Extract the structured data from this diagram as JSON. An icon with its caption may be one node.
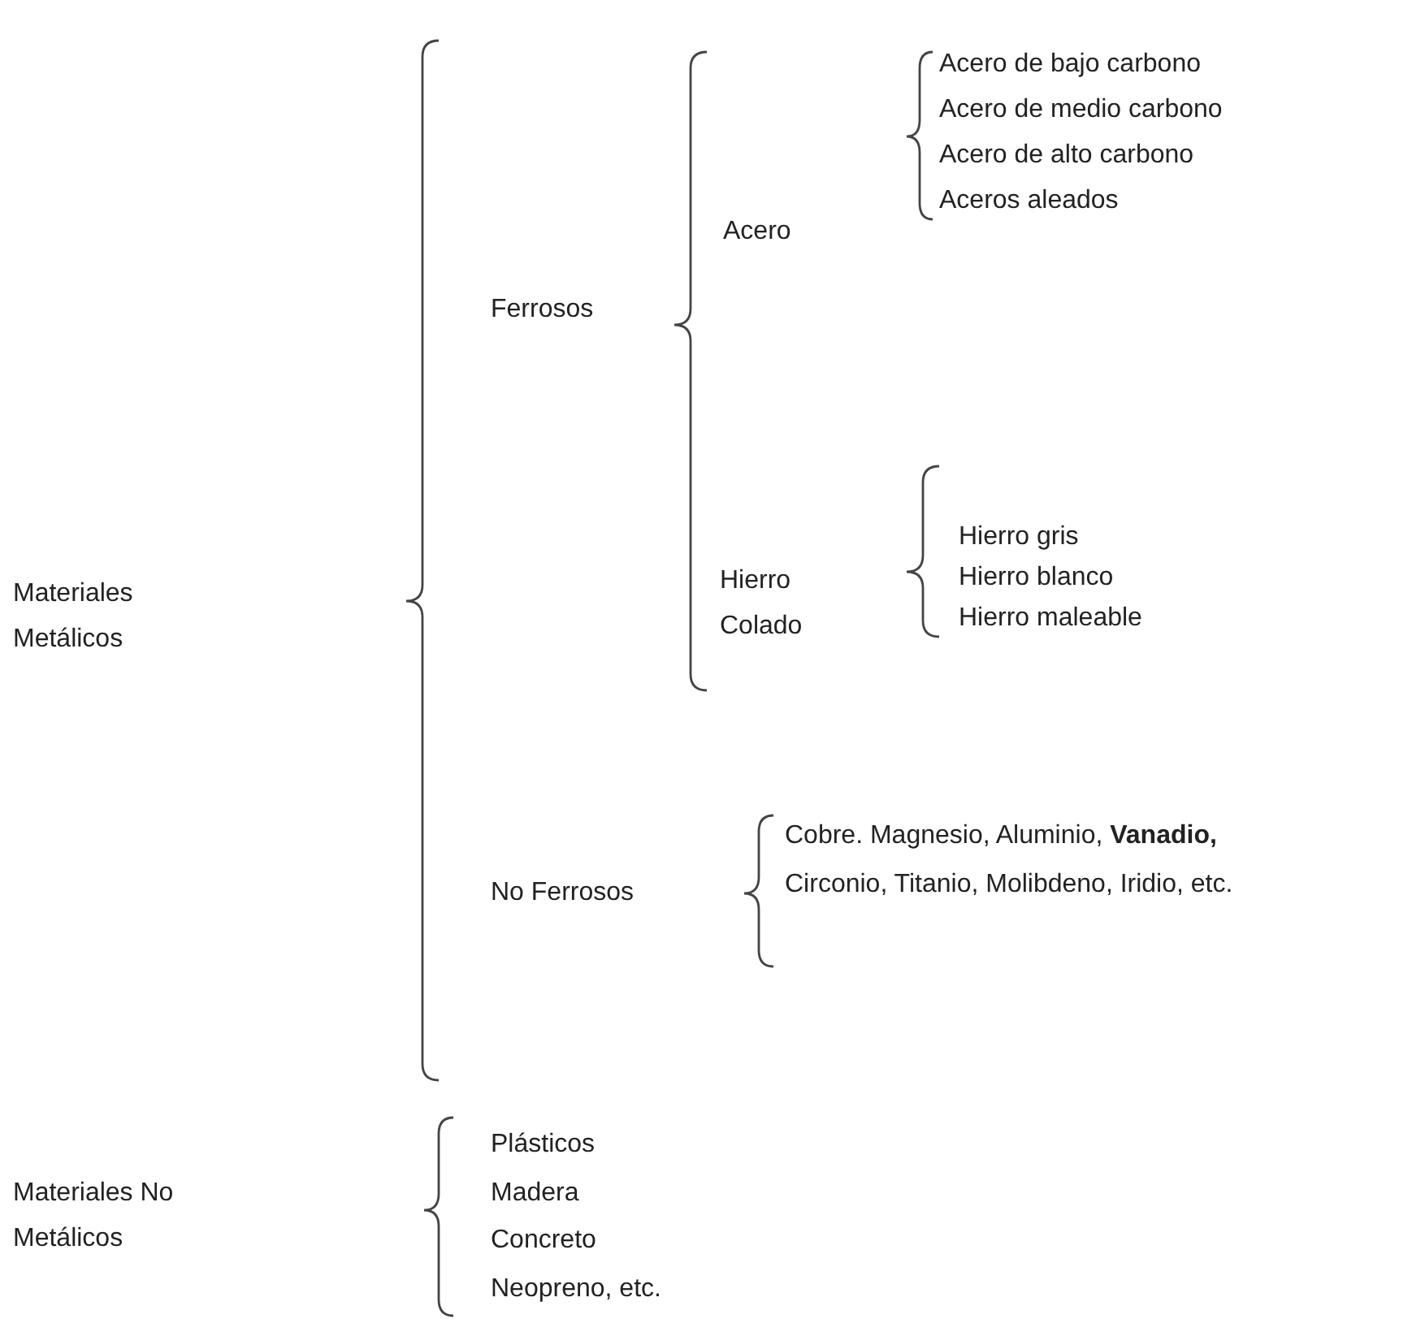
{
  "diagram": {
    "labels": [
      "Materiales Metálicos",
      "Ferrosos",
      "Acero",
      "Acero de bajo carbono",
      "Acero de medio carbono",
      "Acero de alto carbono",
      "Aceros aleados",
      "Hierro Colado",
      "Hierro gris",
      "Hierro blanco",
      "Hierro maleable",
      "No Ferrosos",
      "Cobre. Magnesio, Aluminio, **Vanadio,** Circonio, Titanio, Molibdeno, Iridio, etc.",
      "Materiales No Metálicos",
      "Plásticos",
      "Madera",
      "Concreto",
      "Neopreno, etc."
    ]
  }
}
